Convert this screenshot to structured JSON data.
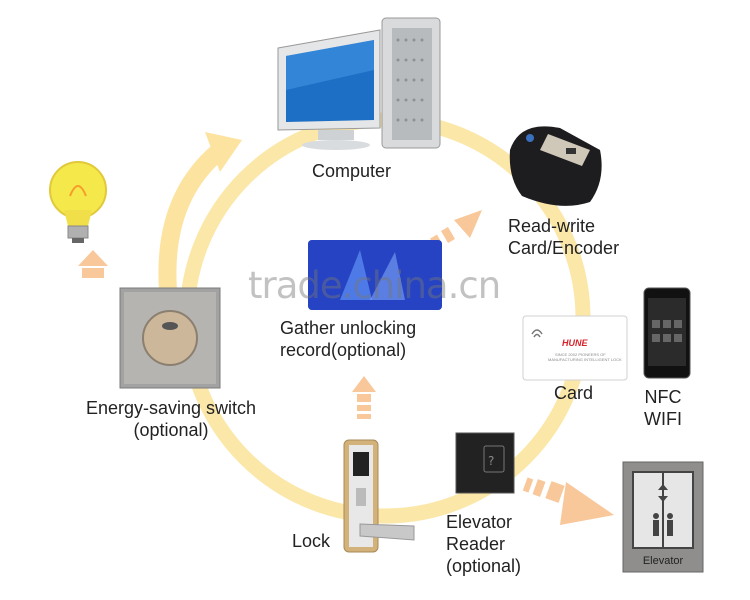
{
  "labels": {
    "computer": "Computer",
    "encoder_line1": "Read-write",
    "encoder_line2": "Card/Encoder",
    "gather_line1": "Gather unlocking",
    "gather_line2": "record(optional)",
    "card": "Card",
    "nfc_line1": "NFC",
    "nfc_line2": "WIFI",
    "switch_line1": "Energy-saving switch",
    "switch_line2": "(optional)",
    "lock": "Lock",
    "elevator_reader_line1": "Elevator",
    "elevator_reader_line2": "Reader",
    "elevator_reader_line3": "(optional)",
    "elevator_sign": "Elevator"
  },
  "card_brand": "HUNE",
  "card_tagline_line1": "SINCE 2002 PIONEERS OF",
  "card_tagline_line2": "MANUFACTURING INTELLIGENT LOCK",
  "watermark": "trade.china.cn",
  "colors": {
    "loop": "#fbe7a8",
    "arrow_orange": "#f8c79a",
    "arrow_yellow": "#fde3a0",
    "card_brand": "#d8232a"
  }
}
